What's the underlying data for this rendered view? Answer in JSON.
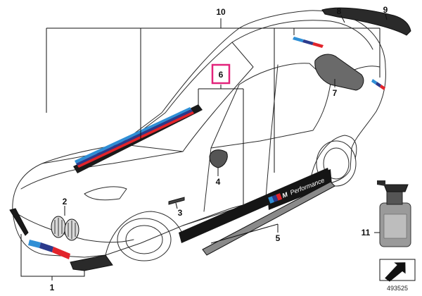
{
  "callouts": {
    "c1": "1",
    "c2": "2",
    "c3": "3",
    "c4": "4",
    "c5": "5",
    "c6": "6",
    "c7": "7",
    "c8": "8",
    "c9": "9",
    "c10": "10",
    "c11": "11"
  },
  "decal_text": "Performance",
  "decal_badge": "M",
  "reference_number": "493525",
  "colors": {
    "highlight_box": "#e2237b",
    "m_light_blue": "#2f8fd6",
    "m_dark_blue": "#2b3a8c",
    "m_red": "#e2242b",
    "part_dark": "#1a1a1a",
    "part_gray": "#8a8a8a"
  },
  "icons": {
    "scroll_arrow": "scroll-down-arrow-icon"
  }
}
